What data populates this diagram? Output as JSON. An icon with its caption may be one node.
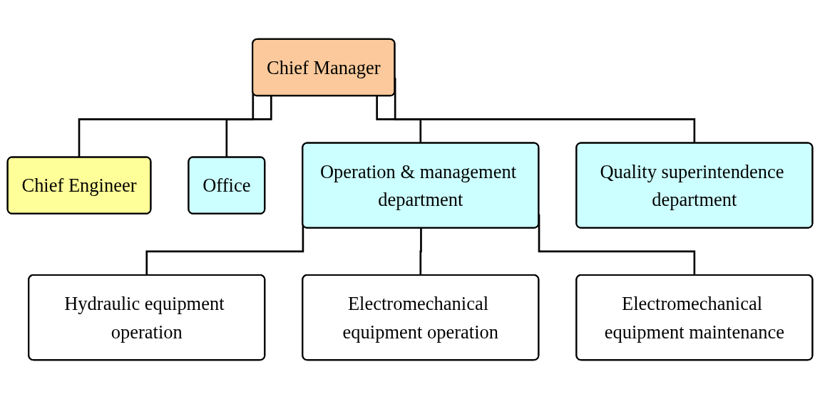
{
  "diagram": {
    "nodes": [
      {
        "text": [
          "Chief Manager"
        ]
      },
      {
        "text": [
          "Chief Engineer"
        ]
      },
      {
        "text": [
          "Office"
        ]
      },
      {
        "text": [
          "Operation & management department"
        ]
      },
      {
        "text": [
          "Quality superintendence department"
        ]
      },
      {
        "text": [
          "Hydraulic equipment operation"
        ]
      },
      {
        "text": [
          "Electromechanical equipment operation"
        ]
      },
      {
        "text": [
          "Electromechanical equipment maintenance"
        ]
      }
    ],
    "edges": [
      {
        "from": 0,
        "to": 1,
        "arrow": "none"
      },
      {
        "from": 0,
        "to": 2,
        "arrow": "none"
      },
      {
        "from": 0,
        "to": 3,
        "arrow": "none"
      },
      {
        "from": 0,
        "to": 4,
        "arrow": "none"
      },
      {
        "from": 3,
        "to": 5,
        "arrow": "none"
      },
      {
        "from": 3,
        "to": 6,
        "arrow": "none"
      },
      {
        "from": 3,
        "to": 7,
        "arrow": "none"
      }
    ]
  }
}
